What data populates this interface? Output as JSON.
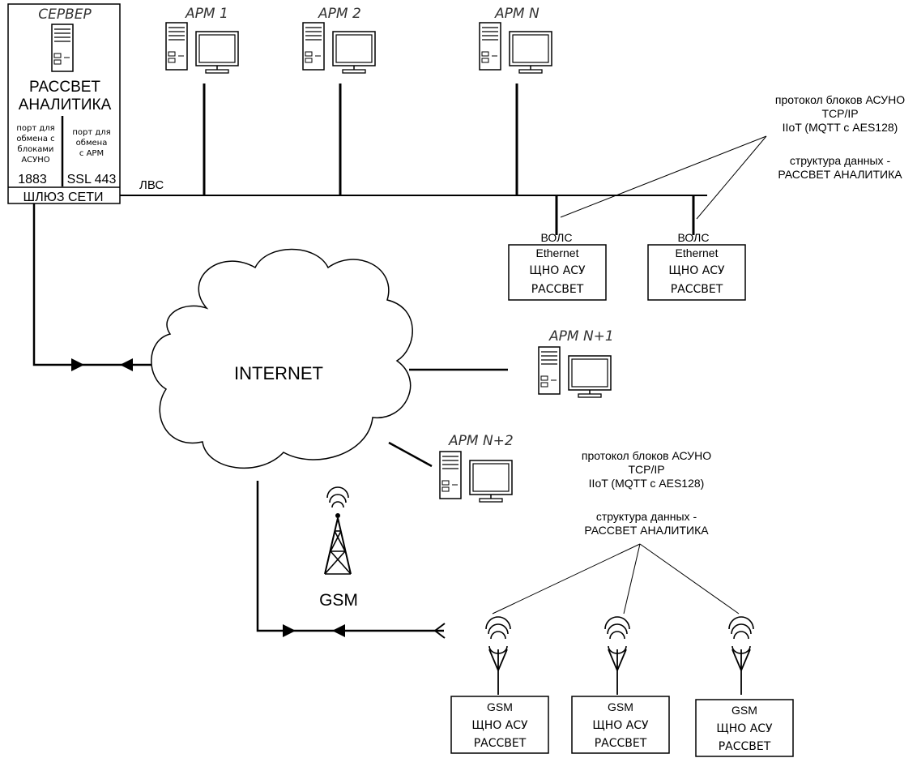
{
  "server": {
    "title": "СЕРВЕР",
    "name_line1": "РАССВЕТ",
    "name_line2": "АНАЛИТИКА",
    "port_left_desc": [
      "порт для",
      "обмена с",
      "блоками",
      "АСУНО"
    ],
    "port_right_desc": [
      "порт для",
      "обмена",
      "с АРМ"
    ],
    "port_left": "1883",
    "port_right": "SSL 443",
    "gateway": "ШЛЮЗ СЕТИ"
  },
  "lan_label": "ЛВС",
  "workstations": [
    "АРМ 1",
    "АРМ 2",
    "АРМ N",
    "АРМ N+1",
    "АРМ N+2"
  ],
  "internet_label": "INTERNET",
  "gsm_tower_label": "GSM",
  "protocol_note_top": [
    "протокол блоков АСУНО",
    "TCP/IP",
    "IIoT (MQTT с AES128)",
    "",
    "структура данных -",
    "РАССВЕТ АНАЛИТИКА"
  ],
  "protocol_note_bottom": [
    "протокол блоков АСУНО",
    "TCP/IP",
    "IIoT (MQTT с AES128)",
    "",
    "структура данных -",
    "РАССВЕТ АНАЛИТИКА"
  ],
  "fiber_units": [
    {
      "link": "ВОЛС",
      "iface": "Ethernet",
      "line1": "ЩНО АСУ",
      "line2": "РАССВЕТ"
    },
    {
      "link": "ВОЛС",
      "iface": "Ethernet",
      "line1": "ЩНО АСУ",
      "line2": "РАССВЕТ"
    }
  ],
  "gsm_units": [
    {
      "iface": "GSM",
      "line1": "ЩНО АСУ",
      "line2": "РАССВЕТ"
    },
    {
      "iface": "GSM",
      "line1": "ЩНО АСУ",
      "line2": "РАССВЕТ"
    },
    {
      "iface": "GSM",
      "line1": "ЩНО АСУ",
      "line2": "РАССВЕТ"
    }
  ]
}
